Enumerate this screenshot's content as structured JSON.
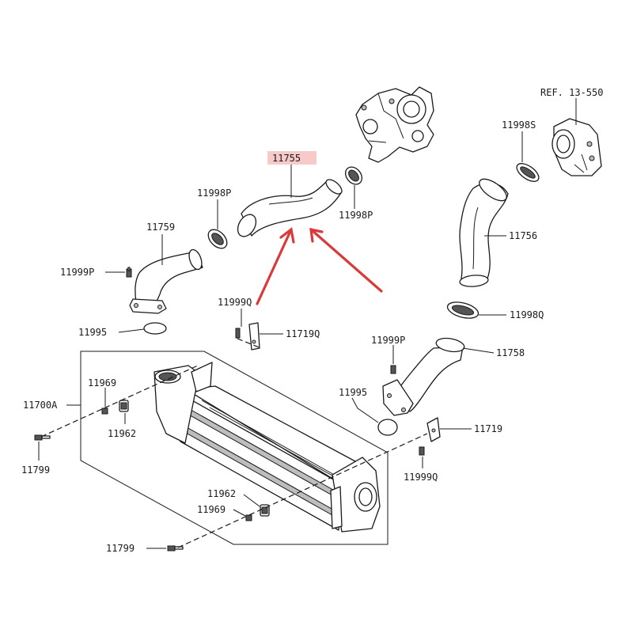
{
  "labels": {
    "hose_11755": "11755",
    "ref_13_550": "REF. 13-550",
    "clamp_11998S": "11998S",
    "clamp_11998P_left": "11998P",
    "clamp_11998P_right": "11998P",
    "pipe_11759": "11759",
    "hose_11756": "11756",
    "bolt_11999P_left": "11999P",
    "bolt_11999Q_top": "11999Q",
    "clamp_11998Q": "11998Q",
    "gasket_11995_left": "11995",
    "bracket_11719Q": "11719Q",
    "bolt_11999P_right": "11999P",
    "pipe_11758": "11758",
    "nut_11969_top": "11969",
    "intercooler_11700A": "11700A",
    "gasket_11995_right": "11995",
    "bushing_11962_top": "11962",
    "bracket_11719": "11719",
    "bolt_11799_top": "11799",
    "bolt_11999Q_bottom": "11999Q",
    "bushing_11962_bottom": "11962",
    "nut_11969_bottom": "11969",
    "bolt_11799_bottom": "11799"
  },
  "colors": {
    "highlight_box": "#f7c9c9",
    "arrow": "#d93a3a",
    "line": "#1a1a1a"
  }
}
